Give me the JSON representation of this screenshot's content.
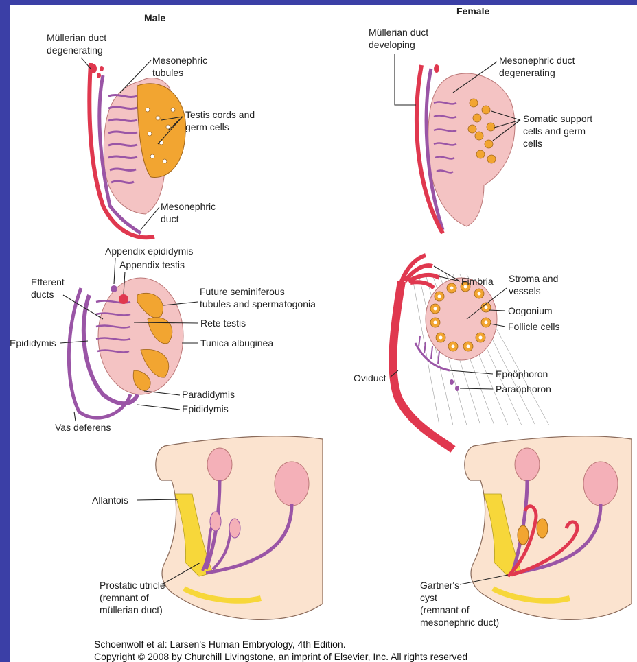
{
  "headers": {
    "male": "Male",
    "female": "Female"
  },
  "male_top": {
    "mullerian_degenerating": [
      "Müllerian duct",
      "degenerating"
    ],
    "mesonephric_tubules": [
      "Mesonephric",
      "tubules"
    ],
    "testis_cords": [
      "Testis cords and",
      "germ cells"
    ],
    "mesonephric_duct": [
      "Mesonephric",
      "duct"
    ]
  },
  "female_top": {
    "mullerian_developing": [
      "Müllerian duct",
      "developing"
    ],
    "mesonephric_degenerating": [
      "Mesonephric duct",
      "degenerating"
    ],
    "somatic_support": [
      "Somatic support",
      "cells and germ",
      "cells"
    ]
  },
  "male_mid": {
    "appendix_epididymis": "Appendix epididymis",
    "appendix_testis": "Appendix testis",
    "efferent_ducts": [
      "Efferent",
      "ducts"
    ],
    "future_seminiferous": [
      "Future seminiferous",
      "tubules and spermatogonia"
    ],
    "rete_testis": "Rete testis",
    "epididymis_left": "Epididymis",
    "tunica_albuginea": "Tunica albuginea",
    "paradidymis": "Paradidymis",
    "epididymis_lower": "Epididymis",
    "vas_deferens": "Vas deferens"
  },
  "female_mid": {
    "fimbria": "Fimbria",
    "stroma": [
      "Stroma and",
      "vessels"
    ],
    "oogonium": "Oogonium",
    "follicle_cells": "Follicle cells",
    "oviduct": "Oviduct",
    "epoophoron": "Epoöphoron",
    "paraophoron": "Paraöphoron"
  },
  "male_bottom": {
    "allantois": "Allantois",
    "prostatic_utricle": [
      "Prostatic utricle",
      "(remnant of",
      "müllerian duct)"
    ]
  },
  "female_bottom": {
    "gartners_cyst": [
      "Gartner's",
      "cyst",
      "(remnant of",
      "mesonephric duct)"
    ]
  },
  "caption": {
    "line1": "Schoenwolf et al: Larsen's Human Embryology, 4th Edition.",
    "line2": "Copyright © 2008 by Churchill Livingstone, an imprint of Elsevier, Inc. All rights reserved"
  },
  "colors": {
    "background": "#3b3fa6",
    "panel": "#ffffff",
    "mullerian_red": "#e0384f",
    "mesonephric_purple": "#9a55a6",
    "tissue_pink": "#f4c3c3",
    "gonad_orange": "#f2a531",
    "allantois_yellow": "#f7d73a"
  }
}
